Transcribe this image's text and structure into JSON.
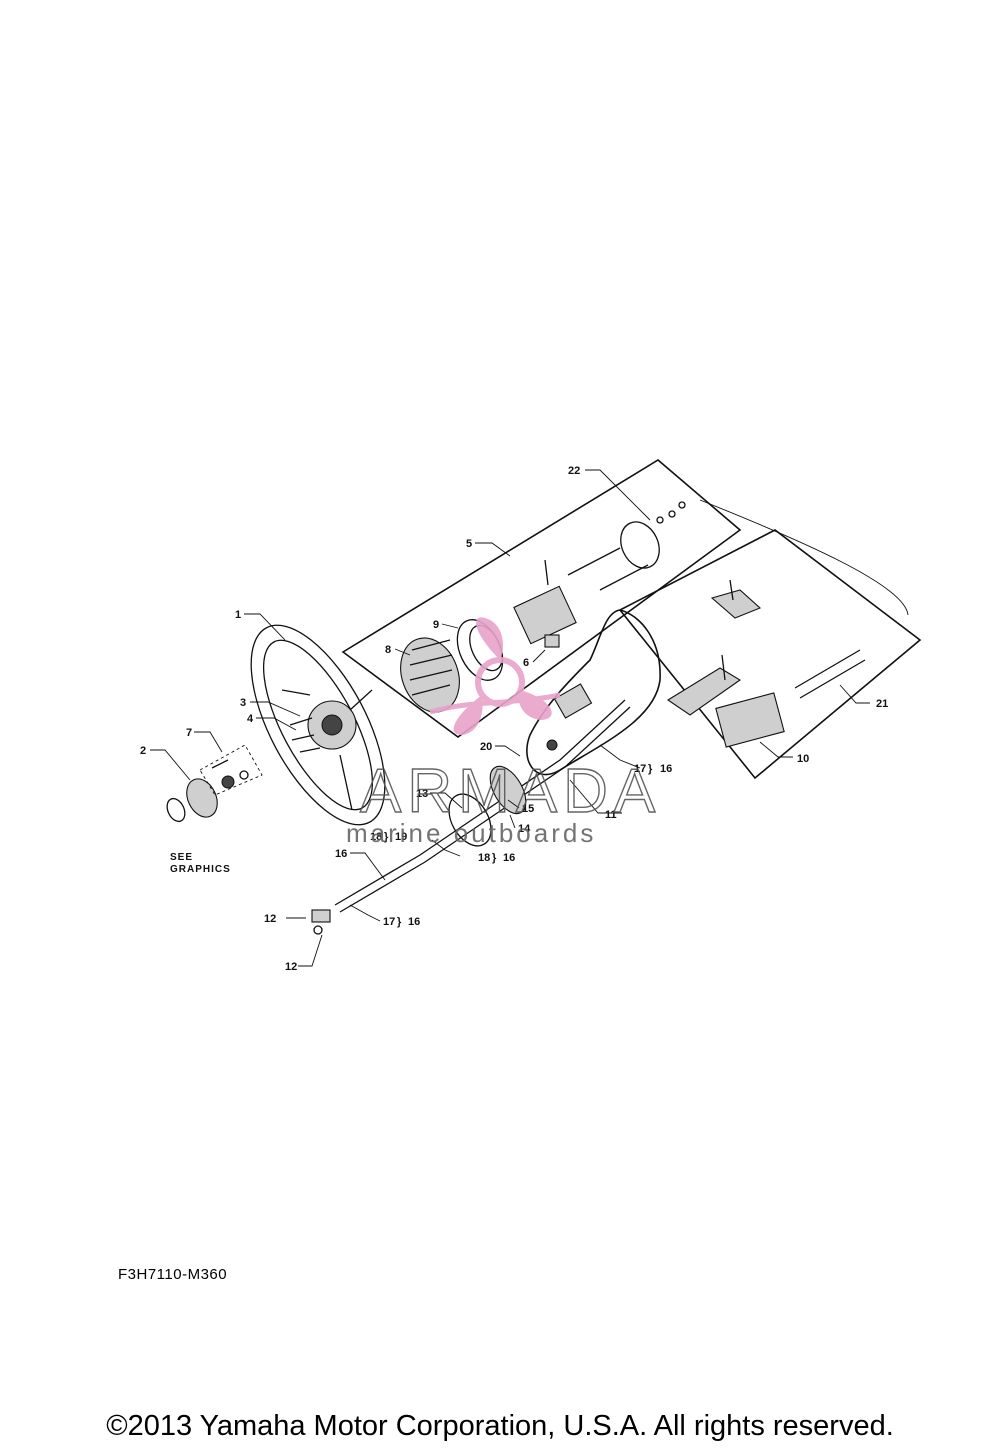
{
  "diagram": {
    "code": "F3H7110-M360",
    "copyright": "©2013 Yamaha Motor Corporation, U.S.A. All rights reserved.",
    "see_graphics": [
      "SEE",
      "GRAPHICS"
    ],
    "callouts": {
      "c1": "1",
      "c2": "2",
      "c3": "3",
      "c4": "4",
      "c5": "5",
      "c6": "6",
      "c7": "7",
      "c8": "8",
      "c9": "9",
      "c10": "10",
      "c11": "11",
      "c12a": "12",
      "c12b": "12",
      "c13": "13",
      "c14": "14",
      "c15": "15",
      "c16": "16",
      "c20": "20",
      "c21": "21",
      "c22": "22",
      "g17_16_a": "17",
      "g17_16_a_b": "16",
      "g18_19": "18",
      "g18_19_b": "19",
      "g18_16": "18",
      "g18_16_b": "16",
      "g17_16_b": "17",
      "g17_16_b_b": "16"
    }
  },
  "watermark": {
    "brand": "ARMADA",
    "tagline": "marine outboards",
    "accent": "#e8a3c9"
  }
}
